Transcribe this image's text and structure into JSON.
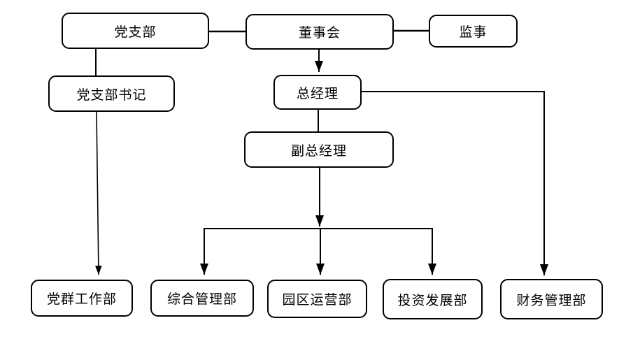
{
  "diagram": {
    "type": "org-chart",
    "colors": {
      "background": "#ffffff",
      "line": "#000000",
      "box_border": "#000000",
      "box_fill": "#ffffff",
      "text": "#000000"
    },
    "nodes": [
      {
        "id": "party-branch",
        "label": "党支部"
      },
      {
        "id": "board-of-directors",
        "label": "董事会"
      },
      {
        "id": "supervisor",
        "label": "监事"
      },
      {
        "id": "party-branch-secretary",
        "label": "党支部书记"
      },
      {
        "id": "general-manager",
        "label": "总经理"
      },
      {
        "id": "deputy-general-manager",
        "label": "副总经理"
      },
      {
        "id": "party-mass-work-dept",
        "label": "党群工作部"
      },
      {
        "id": "general-management-dept",
        "label": "综合管理部"
      },
      {
        "id": "park-operations-dept",
        "label": "园区运营部"
      },
      {
        "id": "investment-development-dept",
        "label": "投资发展部"
      },
      {
        "id": "finance-management-dept",
        "label": "财务管理部"
      }
    ],
    "edges": [
      {
        "from": "党支部",
        "to": "董事会",
        "style": "plain"
      },
      {
        "from": "董事会",
        "to": "监事",
        "style": "plain"
      },
      {
        "from": "党支部",
        "to": "党支部书记",
        "style": "plain"
      },
      {
        "from": "董事会",
        "to": "总经理",
        "style": "arrow"
      },
      {
        "from": "总经理",
        "to": "副总经理",
        "style": "plain"
      },
      {
        "from": "总经理",
        "to": "财务管理部",
        "style": "arrow"
      },
      {
        "from": "党支部书记",
        "to": "党群工作部",
        "style": "arrow"
      },
      {
        "from": "副总经理",
        "to": "综合管理部",
        "style": "arrow"
      },
      {
        "from": "副总经理",
        "to": "园区运营部",
        "style": "arrow"
      },
      {
        "from": "副总经理",
        "to": "投资发展部",
        "style": "arrow"
      }
    ]
  }
}
